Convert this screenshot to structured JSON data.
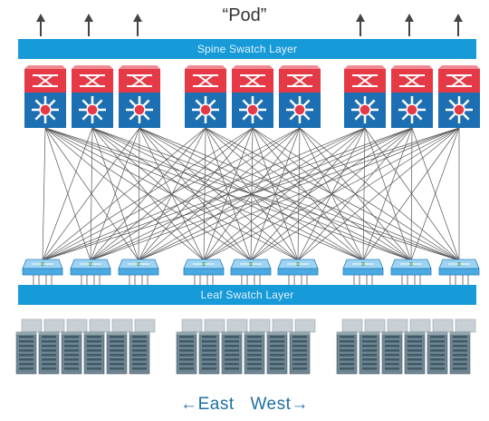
{
  "title": "“Pod”",
  "spine_layer_label": "Spine Swatch Layer",
  "leaf_layer_label": "Leaf Swatch Layer",
  "direction": {
    "east": "←East",
    "west": "West→"
  },
  "spine_switch_count": 9,
  "leaf_switch_count": 9,
  "uplink_arrow_count": 6,
  "server_rack_count": 3,
  "servers_per_rack": 6,
  "colors": {
    "layer_bar": "#179ad8",
    "spine_top": "#e63946",
    "spine_bottom": "#1d6fb3",
    "leaf_switch": "#4aa9e0",
    "links": "#555555",
    "server": "#6f8591"
  }
}
